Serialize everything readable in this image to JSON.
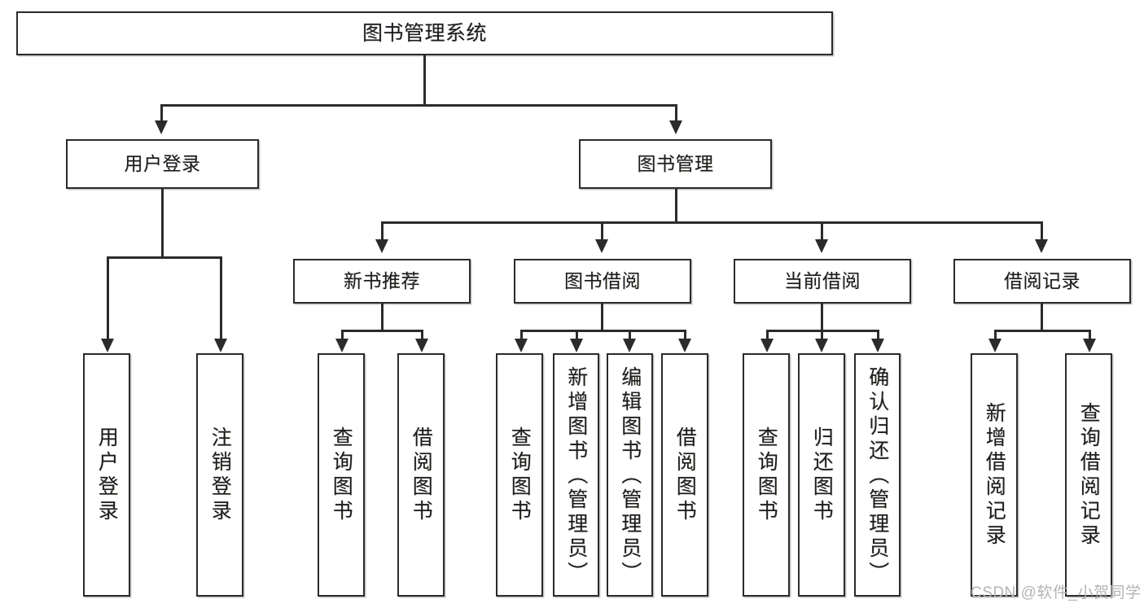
{
  "diagram": {
    "title": "图书管理系统",
    "type": "tree",
    "watermark": "CSDN @软件_小贺同学",
    "colors": {
      "background": "#ffffff",
      "box_border": "#2b2b2b",
      "box_fill": "#ffffff",
      "connector": "#2b2b2b",
      "text": "#1c1c1c",
      "watermark": "#b4b4b4"
    }
  },
  "nodes": {
    "root": {
      "label": "图书管理系统"
    },
    "level2": [
      {
        "label": "用户登录"
      },
      {
        "label": "图书管理"
      }
    ],
    "level3": [
      {
        "label": "新书推荐"
      },
      {
        "label": "图书借阅"
      },
      {
        "label": "当前借阅"
      },
      {
        "label": "借阅记录"
      }
    ],
    "leaves": {
      "user_login": [
        {
          "label": "用户登录"
        },
        {
          "label": "注销登录"
        }
      ],
      "new_book": [
        {
          "label": "查询图书"
        },
        {
          "label": "借阅图书"
        }
      ],
      "book_borrow": [
        {
          "label": "查询图书"
        },
        {
          "label": "新增图书（管理员）"
        },
        {
          "label": "编辑图书（管理员）"
        },
        {
          "label": "借阅图书"
        }
      ],
      "current_borrow": [
        {
          "label": "查询图书"
        },
        {
          "label": "归还图书"
        },
        {
          "label": "确认归还（管理员）"
        }
      ],
      "borrow_record": [
        {
          "label": "新增借阅记录"
        },
        {
          "label": "查询借阅记录"
        }
      ]
    }
  }
}
